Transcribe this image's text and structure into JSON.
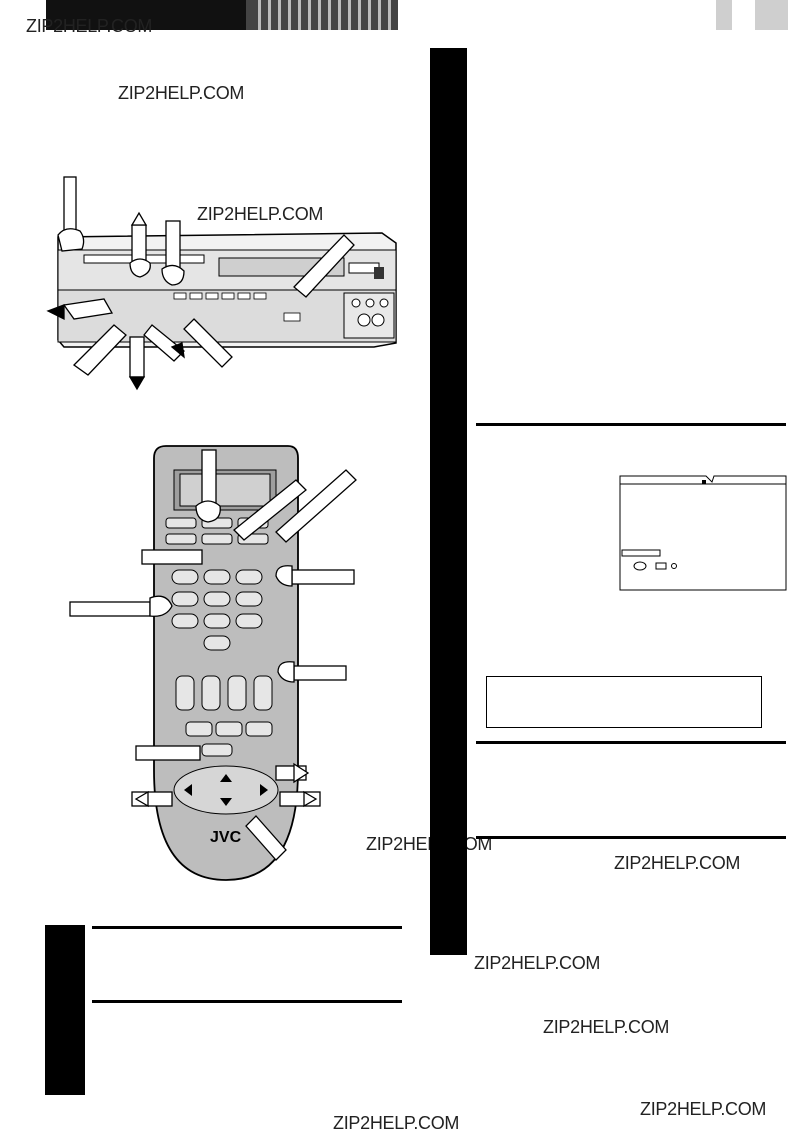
{
  "watermarks": [
    "ZIP2HELP.COM",
    "ZIP2HELP.COM",
    "ZIP2HELP.COM",
    "ZIP2HELP.COM",
    "ZIP2HELP.COM",
    "ZIP2HELP.COM",
    "ZIP2HELP.COM",
    "ZIP2HELP.COM",
    "ZIP2HELP.COM"
  ],
  "remote": {
    "brand_logo": "JVC"
  },
  "colors": {
    "ink": "#000000",
    "paper": "#ffffff",
    "remote_body": "#bdbdbd",
    "panel_gray": "#d9d9d9"
  }
}
